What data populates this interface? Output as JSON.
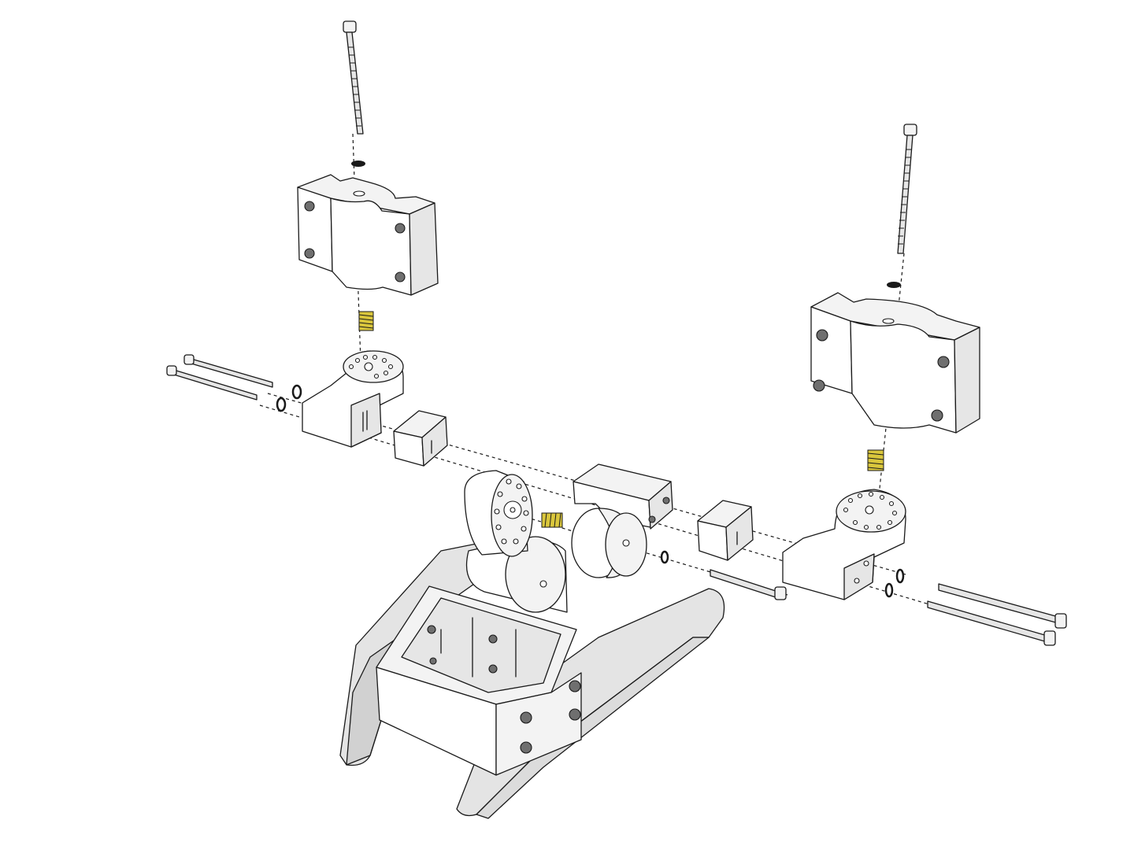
{
  "colors": {
    "background": "#ffffff",
    "line": "#1a1a1a",
    "part": "#f3f3f3",
    "part_shade": "#e6e6e6",
    "translucent_frame": "#d2d2d2",
    "spring": "#d9c63c",
    "washer": "#1a1a1a"
  },
  "components": [
    {
      "name": "left-clamp-block",
      "icon": "clamp-block"
    },
    {
      "name": "right-clamp-block",
      "icon": "clamp-block"
    },
    {
      "name": "left-indexing-arm",
      "icon": "indexing-arm"
    },
    {
      "name": "right-indexing-arm",
      "icon": "indexing-arm"
    },
    {
      "name": "center-knuckle",
      "icon": "knuckle"
    },
    {
      "name": "spacer-blocks",
      "icon": "spacer"
    },
    {
      "name": "hinge-base-frame",
      "icon": "frame"
    },
    {
      "name": "compression-springs",
      "icon": "spring"
    },
    {
      "name": "socket-head-bolts",
      "icon": "bolt"
    },
    {
      "name": "washers",
      "icon": "washer"
    }
  ]
}
